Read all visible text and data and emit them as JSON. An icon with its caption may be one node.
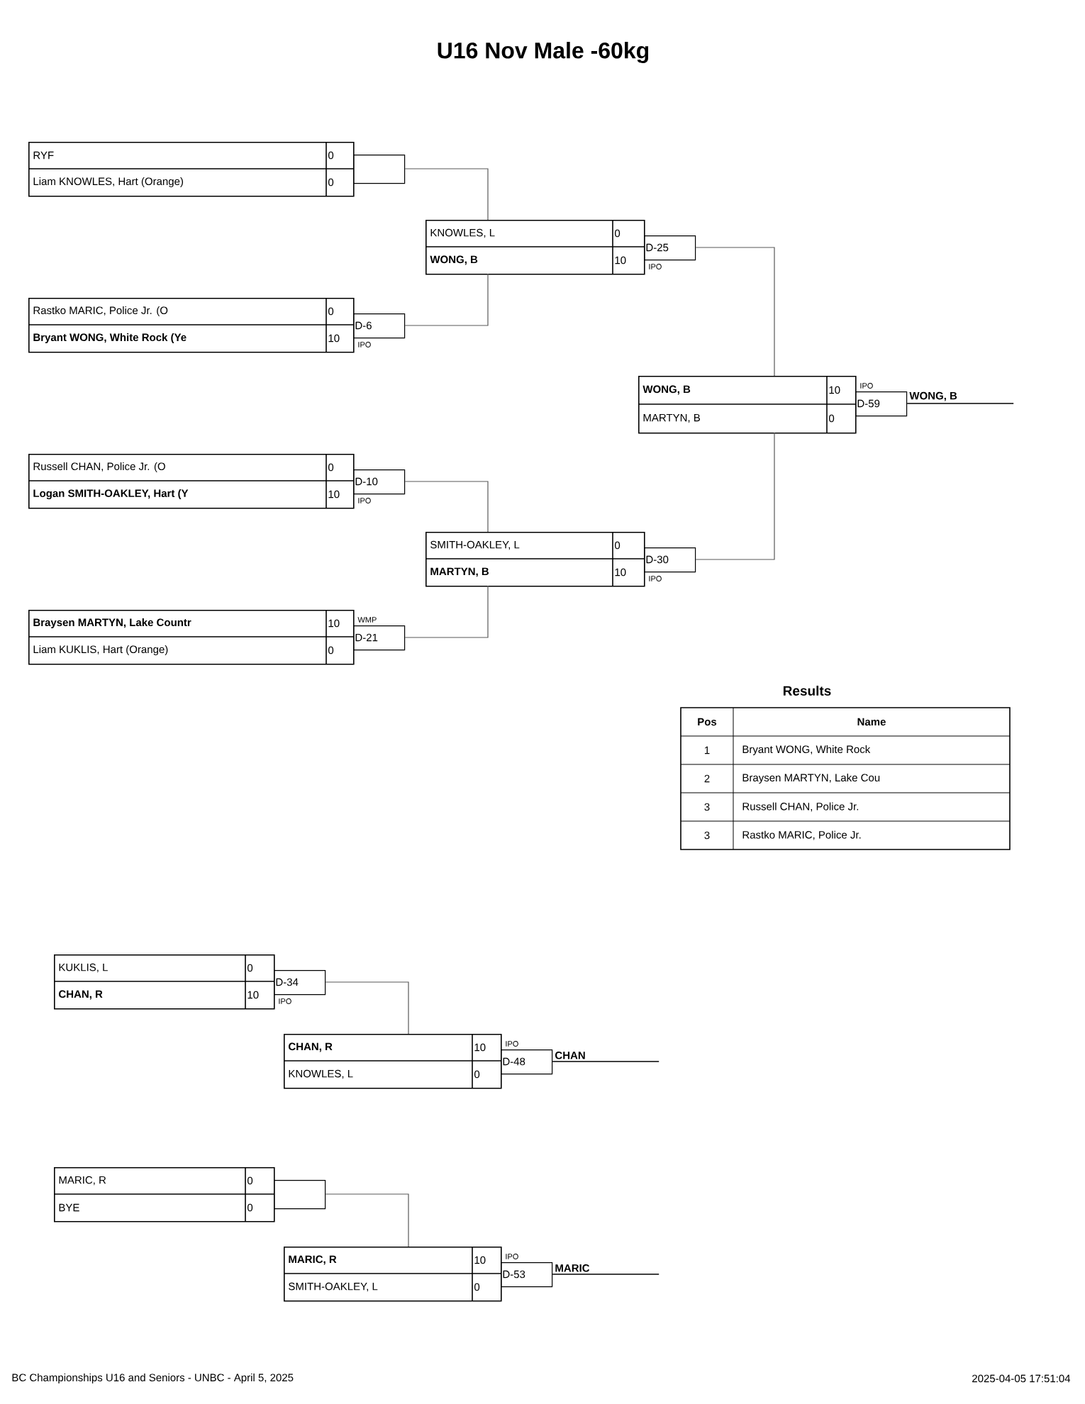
{
  "diagram": {
    "title": "U16 Nov Male -60kg",
    "nodes": [
      {
        "text": [
          "RYF",
          "0",
          "Liam KNOWLES, Hart (Orange)",
          "0"
        ]
      },
      {
        "text": [],
        "shape": "box"
      },
      {
        "text": [
          "Rastko MARIC, Police Jr. (O",
          "0",
          "Bryant WONG, White Rock (Ye",
          "10"
        ]
      },
      {
        "text": [
          "D-6"
        ],
        "beside": [
          "IPO"
        ]
      },
      {
        "text": [
          "Russell CHAN, Police Jr. (O",
          "0",
          "Logan SMITH-OAKLEY, Hart (Y",
          "10"
        ]
      },
      {
        "text": [
          "D-10"
        ],
        "beside": [
          "IPO"
        ]
      },
      {
        "text": [
          "Braysen MARTYN, Lake Countr",
          "10",
          "Liam KUKLIS, Hart (Orange)",
          "0"
        ]
      },
      {
        "text": [
          "D-21"
        ],
        "beside": [
          "WMP"
        ]
      },
      {
        "text": [
          "KNOWLES, L",
          "0",
          "WONG, B",
          "10"
        ]
      },
      {
        "text": [
          "D-25"
        ],
        "beside": [
          "IPO"
        ]
      },
      {
        "text": [
          "SMITH-OAKLEY, L",
          "0",
          "MARTYN, B",
          "10"
        ]
      },
      {
        "text": [
          "D-30"
        ],
        "beside": [
          "IPO"
        ]
      },
      {
        "text": [
          "WONG, B",
          "10",
          "MARTYN, B",
          "0"
        ]
      },
      {
        "text": [
          "D-59"
        ],
        "beside": [
          "IPO"
        ]
      },
      {
        "text": [
          "KUKLIS, L",
          "0",
          "CHAN, R",
          "10"
        ]
      },
      {
        "text": [
          "D-34"
        ],
        "beside": [
          "IPO"
        ]
      },
      {
        "text": [
          "CHAN, R",
          "10",
          "KNOWLES, L",
          "0"
        ]
      },
      {
        "text": [
          "D-48"
        ],
        "beside": [
          "IPO"
        ]
      },
      {
        "text": [
          "MARIC, R",
          "0",
          "BYE",
          "0"
        ]
      },
      {
        "text": [],
        "shape": "box"
      },
      {
        "text": [
          "MARIC, R",
          "10",
          "SMITH-OAKLEY, L",
          "0"
        ]
      },
      {
        "text": [
          "D-53"
        ],
        "beside": [
          "IPO"
        ]
      }
    ],
    "edges": [
      {
        "from": 1,
        "to": 8,
        "arrow": "none"
      },
      {
        "from": 3,
        "to": 8,
        "arrow": "none"
      },
      {
        "from": 5,
        "to": 10,
        "arrow": "none"
      },
      {
        "from": 7,
        "to": 10,
        "arrow": "none"
      },
      {
        "from": 9,
        "to": 12,
        "arrow": "none"
      },
      {
        "from": 11,
        "to": 12,
        "arrow": "none"
      },
      {
        "from": 13,
        "to": null,
        "arrow": "none",
        "label": "WONG, B"
      },
      {
        "from": 15,
        "to": 16,
        "arrow": "none"
      },
      {
        "from": 17,
        "to": null,
        "arrow": "none",
        "label": "CHAN"
      },
      {
        "from": 19,
        "to": 20,
        "arrow": "none"
      },
      {
        "from": 21,
        "to": null,
        "arrow": "none",
        "label": "MARIC"
      }
    ],
    "labels": [
      "Results",
      "Pos",
      "Name",
      "1",
      "Bryant WONG, White Rock",
      "2",
      "Braysen MARTYN, Lake Cou",
      "3",
      "Russell CHAN, Police Jr.",
      "3",
      "Rastko MARIC, Police Jr.",
      "BC Championships U16 and Seniors - UNBC - April 5, 2025",
      "2025-04-05 17:51:04"
    ]
  }
}
